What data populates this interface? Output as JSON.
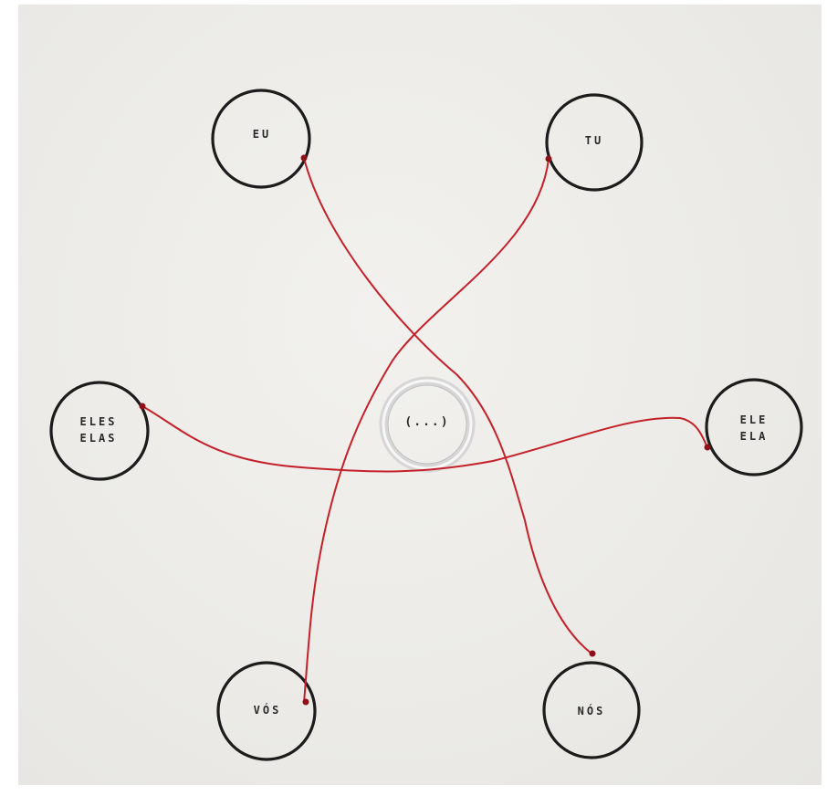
{
  "rings": {
    "eu": "EU",
    "tu": "TU",
    "eles": "ELES\nELAS",
    "ele": "ELE\nELA",
    "center": "(...)",
    "vos": "VÓS",
    "nos": "NÓS"
  },
  "colors": {
    "paper": "#ecebe7",
    "ring_ink": "#1c1c1c",
    "thread": "#c4202a",
    "center_ring": "#c9c9c9"
  }
}
